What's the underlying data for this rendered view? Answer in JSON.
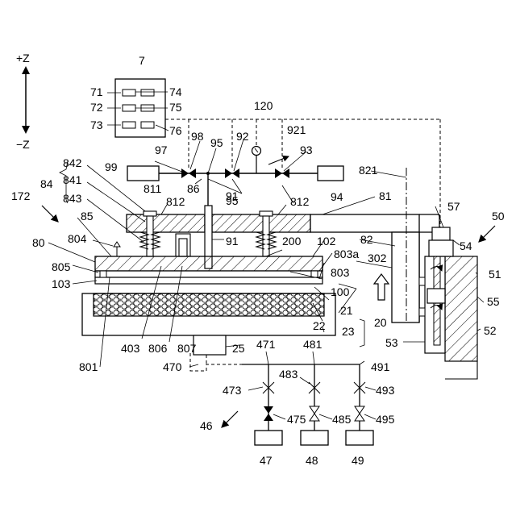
{
  "axis": {
    "plus_z": "+Z",
    "minus_z": "−Z"
  },
  "controller": {
    "id": "7",
    "slots": [
      "71",
      "72",
      "73",
      "74",
      "75",
      "76"
    ]
  },
  "labels": {
    "n120": "120",
    "n921": "921",
    "n97": "97",
    "n98": "98",
    "n95a": "95",
    "n92": "92",
    "n93": "93",
    "n99": "99",
    "n94": "94",
    "n842": "842",
    "n841": "841",
    "n843": "843",
    "n84": "84",
    "n811": "811",
    "n86": "86",
    "n91a": "91",
    "n821": "821",
    "n81": "81",
    "n172": "172",
    "n95b": "95",
    "n812a": "812",
    "n812b": "812",
    "n57": "57",
    "n50": "50",
    "n85": "85",
    "n804": "804",
    "n200": "200",
    "n102": "102",
    "n82": "82",
    "n54": "54",
    "n80": "80",
    "n91b": "91",
    "n803a": "803a",
    "n302": "302",
    "n51": "51",
    "n805": "805",
    "n803": "803",
    "n103": "103",
    "n100": "100",
    "n55": "55",
    "n21": "21",
    "n22": "22",
    "n20": "20",
    "n23": "23",
    "n52": "52",
    "n53": "53",
    "n403": "403",
    "n806": "806",
    "n807": "807",
    "n25": "25",
    "n471": "471",
    "n481": "481",
    "n801": "801",
    "n470": "470",
    "n491": "491",
    "n483": "483",
    "n473": "473",
    "n493": "493",
    "n46": "46",
    "n475": "475",
    "n485": "485",
    "n495": "495",
    "n47": "47",
    "n48": "48",
    "n49": "49"
  }
}
